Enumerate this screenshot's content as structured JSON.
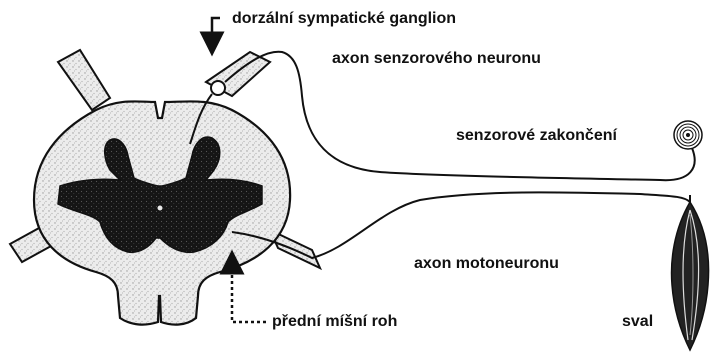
{
  "labels": {
    "ganglion": "dorzální sympatické ganglion",
    "sensory_axon": "axon senzorového neuronu",
    "sensory_ending": "senzorové zakončení",
    "motor_axon": "axon motoneuronu",
    "anterior_horn": "přední míšní roh",
    "muscle": "sval"
  },
  "colors": {
    "ink": "#111111",
    "white_matter": "#e9e9e9",
    "grey_matter": "#1a1a1a",
    "background": "#ffffff"
  }
}
